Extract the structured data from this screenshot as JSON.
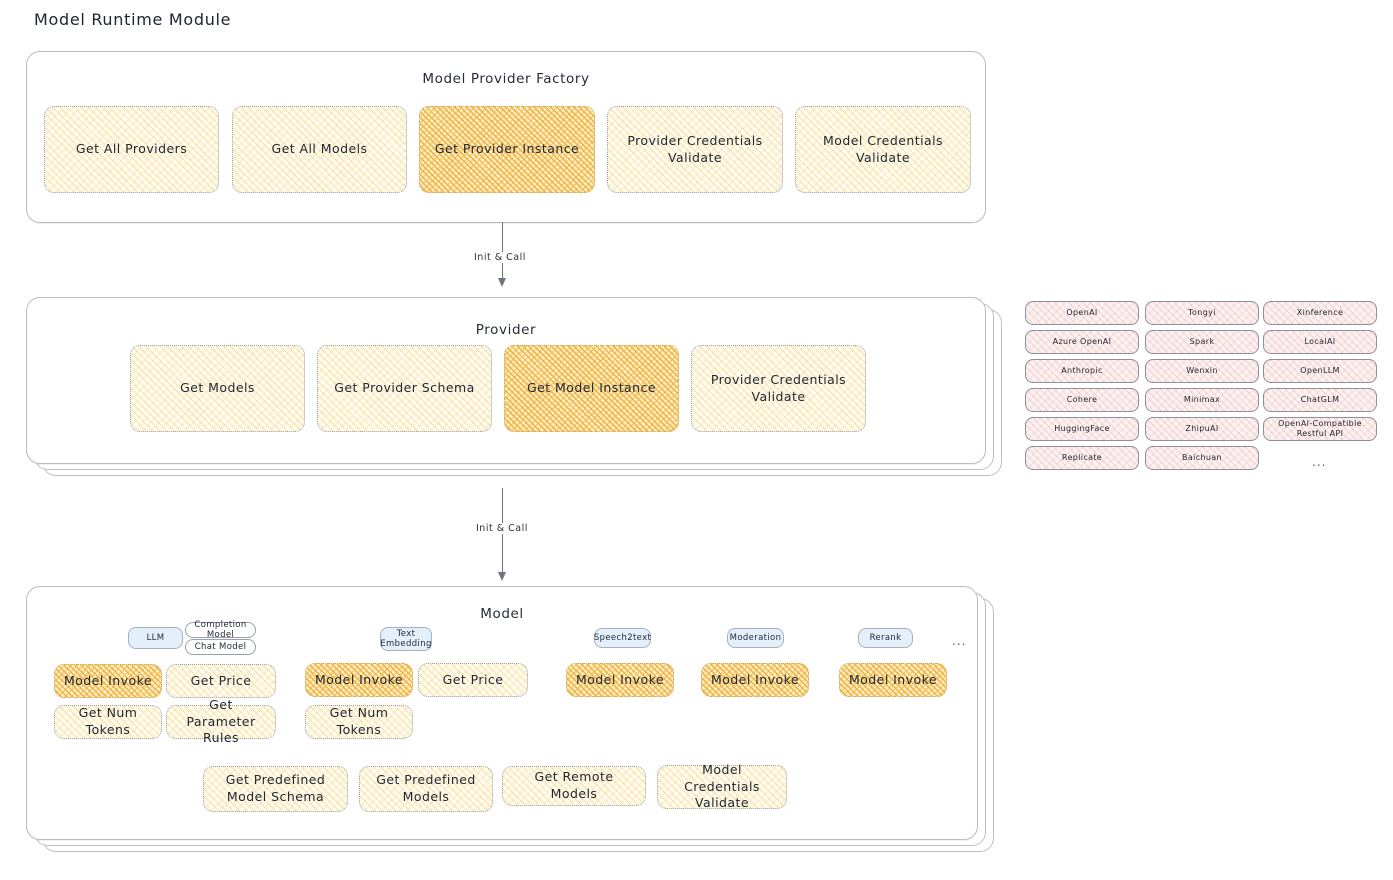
{
  "page": {
    "title": "Model Runtime Module"
  },
  "factory": {
    "title": "Model Provider Factory",
    "operations": [
      {
        "label": "Get All Providers",
        "emphasis": "light"
      },
      {
        "label": "Get All Models",
        "emphasis": "light"
      },
      {
        "label": "Get Provider Instance",
        "emphasis": "dark"
      },
      {
        "label": "Provider Credentials Validate",
        "emphasis": "light"
      },
      {
        "label": "Model Credentials Validate",
        "emphasis": "light"
      }
    ]
  },
  "connector_top": {
    "label": "Init & Call"
  },
  "provider": {
    "title": "Provider",
    "operations": [
      {
        "label": "Get Models",
        "emphasis": "light"
      },
      {
        "label": "Get Provider Schema",
        "emphasis": "light"
      },
      {
        "label": "Get Model Instance",
        "emphasis": "dark"
      },
      {
        "label": "Provider Credentials Validate",
        "emphasis": "light"
      }
    ]
  },
  "connector_bottom": {
    "label": "Init & Call"
  },
  "provider_list": {
    "column_1": [
      "OpenAI",
      "Azure OpenAI",
      "Anthropic",
      "Cohere",
      "HuggingFace",
      "Replicate"
    ],
    "column_2": [
      "Tongyi",
      "Spark",
      "Wenxin",
      "Minimax",
      "ZhipuAI",
      "Baichuan"
    ],
    "column_3": [
      "Xinference",
      "LocalAI",
      "OpenLLM",
      "ChatGLM",
      "OpenAI-Compatible Restful API"
    ],
    "more": "..."
  },
  "model": {
    "title": "Model",
    "more": "...",
    "types": [
      {
        "name": "LLM",
        "sub_chips": [
          "Completion Model",
          "Chat Model"
        ],
        "operations": [
          {
            "label": "Model Invoke",
            "emphasis": "dark"
          },
          {
            "label": "Get Price",
            "emphasis": "light"
          },
          {
            "label": "Get Num Tokens",
            "emphasis": "light"
          },
          {
            "label": "Get Parameter Rules",
            "emphasis": "light"
          }
        ]
      },
      {
        "name": "Text Embedding",
        "sub_chips": [],
        "operations": [
          {
            "label": "Model Invoke",
            "emphasis": "dark"
          },
          {
            "label": "Get Price",
            "emphasis": "light"
          },
          {
            "label": "Get Num Tokens",
            "emphasis": "light"
          }
        ]
      },
      {
        "name": "Speech2text",
        "sub_chips": [],
        "operations": [
          {
            "label": "Model Invoke",
            "emphasis": "dark"
          }
        ]
      },
      {
        "name": "Moderation",
        "sub_chips": [],
        "operations": [
          {
            "label": "Model Invoke",
            "emphasis": "dark"
          }
        ]
      },
      {
        "name": "Rerank",
        "sub_chips": [],
        "operations": [
          {
            "label": "Model Invoke",
            "emphasis": "dark"
          }
        ]
      }
    ],
    "shared_operations": [
      {
        "label": "Get Predefined Model Schema",
        "emphasis": "light"
      },
      {
        "label": "Get Predefined Models",
        "emphasis": "light"
      },
      {
        "label": "Get Remote Models",
        "emphasis": "light"
      },
      {
        "label": "Model Credentials Validate",
        "emphasis": "light"
      }
    ]
  }
}
